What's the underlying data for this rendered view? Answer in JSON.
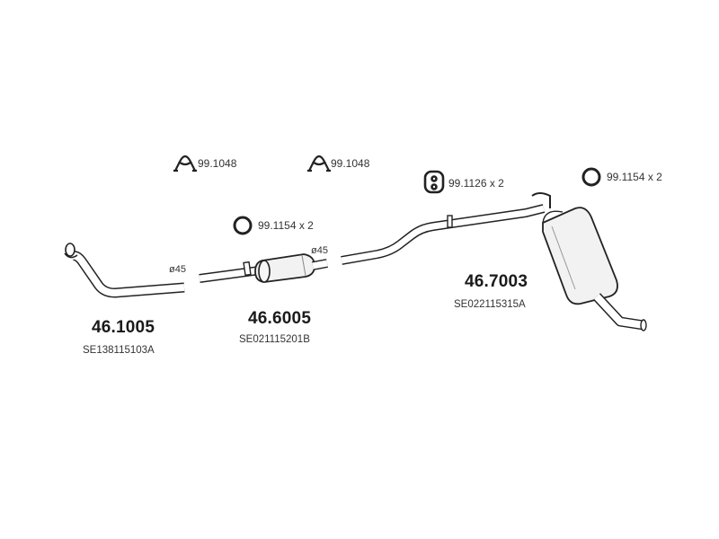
{
  "accessories": [
    {
      "code": "99.1048",
      "icon": "clamp-icon"
    },
    {
      "code": "99.1048",
      "icon": "clamp-icon"
    },
    {
      "code": "99.1154 x 2",
      "icon": "ring-icon"
    },
    {
      "code": "99.1126 x 2",
      "icon": "hanger-icon"
    },
    {
      "code": "99.1154 x 2",
      "icon": "ring-icon"
    }
  ],
  "diameters": [
    "ø45",
    "ø45"
  ],
  "parts": [
    {
      "number": "46.1005",
      "oem": "SE138115103A",
      "name": "front-pipe"
    },
    {
      "number": "46.6005",
      "oem": "SE021115201B",
      "name": "middle-silencer"
    },
    {
      "number": "46.7003",
      "oem": "SE022115315A",
      "name": "rear-silencer"
    }
  ]
}
